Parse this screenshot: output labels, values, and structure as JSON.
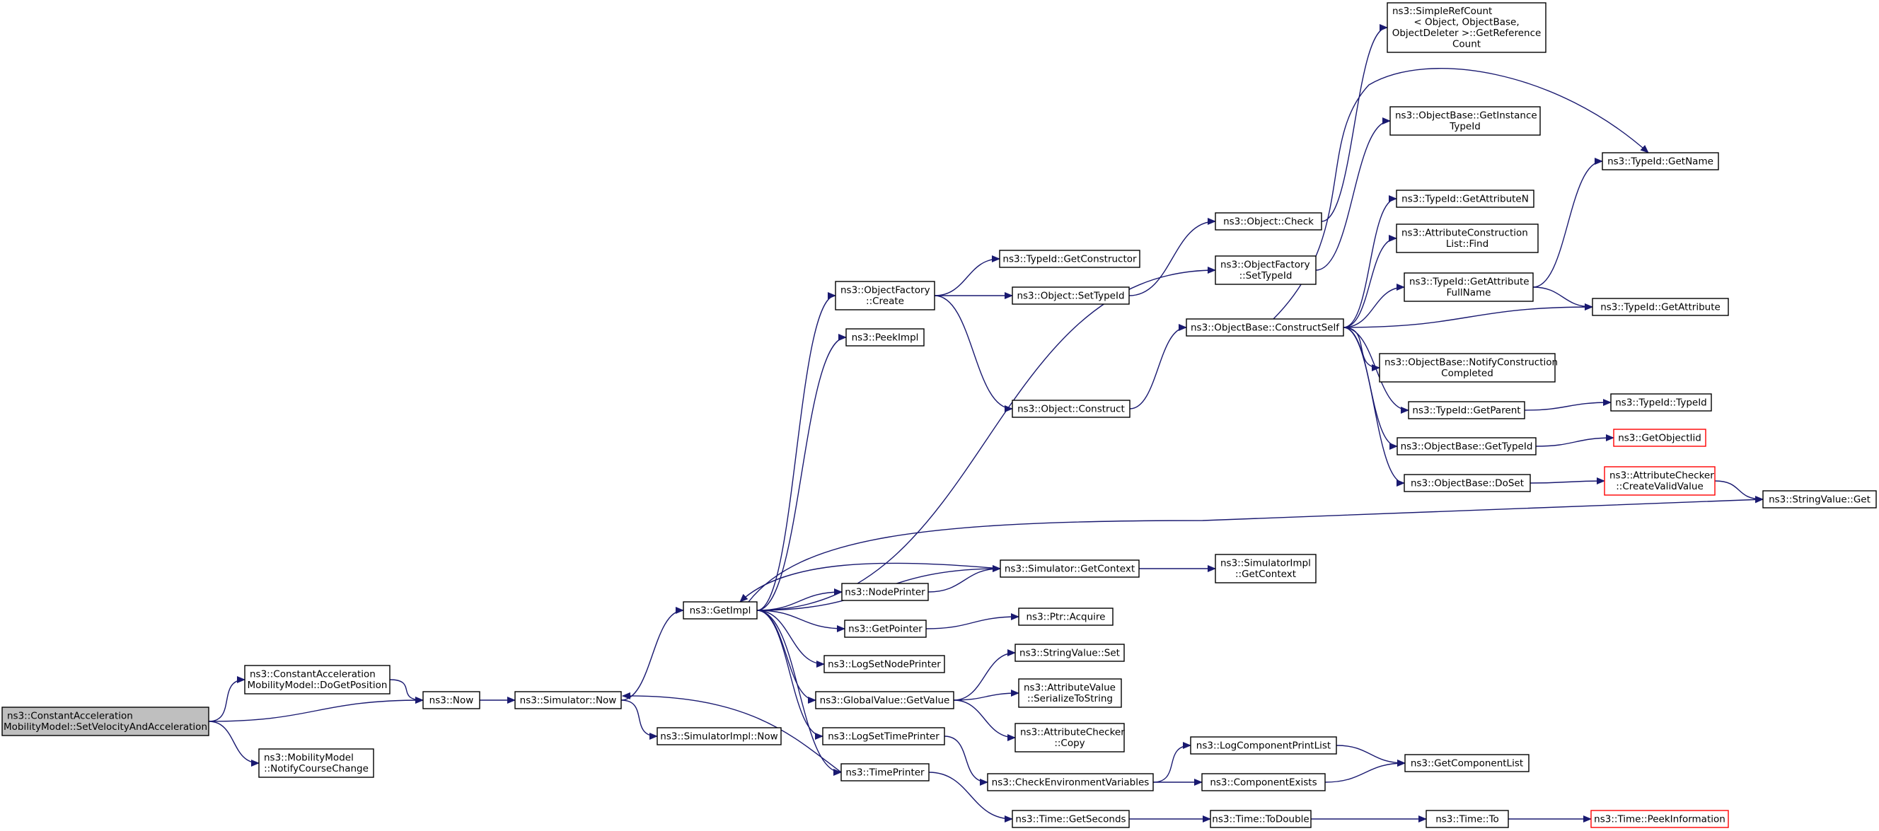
{
  "graph": {
    "edge_color": "#191970",
    "root_fill": "#bfbfbf",
    "truncated_border": "#ff0000",
    "nodes": [
      {
        "id": "root",
        "lines": [
          "ns3::ConstantAcceleration",
          "MobilityModel::SetVelocityAndAcceleration"
        ],
        "root": true
      },
      {
        "id": "doGetPosition",
        "lines": [
          "ns3::ConstantAcceleration",
          "MobilityModel::DoGetPosition"
        ]
      },
      {
        "id": "notifyCourseChange",
        "lines": [
          "ns3::MobilityModel",
          "::NotifyCourseChange"
        ]
      },
      {
        "id": "now",
        "lines": [
          "ns3::Now"
        ]
      },
      {
        "id": "simNow",
        "lines": [
          "ns3::Simulator::Now"
        ]
      },
      {
        "id": "simImplNow",
        "lines": [
          "ns3::SimulatorImpl::Now"
        ]
      },
      {
        "id": "getImpl",
        "lines": [
          "ns3::GetImpl"
        ]
      },
      {
        "id": "ofCreate",
        "lines": [
          "ns3::ObjectFactory",
          "::Create"
        ]
      },
      {
        "id": "peekImpl",
        "lines": [
          "ns3::PeekImpl"
        ]
      },
      {
        "id": "getConstructor",
        "lines": [
          "ns3::TypeId::GetConstructor"
        ]
      },
      {
        "id": "setTypeIdObj",
        "lines": [
          "ns3::Object::SetTypeId"
        ]
      },
      {
        "id": "objConstruct",
        "lines": [
          "ns3::Object::Construct"
        ]
      },
      {
        "id": "objCheck",
        "lines": [
          "ns3::Object::Check"
        ]
      },
      {
        "id": "ofSetTypeId",
        "lines": [
          "ns3::ObjectFactory",
          "::SetTypeId"
        ]
      },
      {
        "id": "constructSelf",
        "lines": [
          "ns3::ObjectBase::ConstructSelf"
        ]
      },
      {
        "id": "simpleRefCount",
        "lines": [
          "ns3::SimpleRefCount",
          "< Object, ObjectBase,",
          "ObjectDeleter >::GetReference",
          "Count"
        ]
      },
      {
        "id": "getInstanceTypeId",
        "lines": [
          "ns3::ObjectBase::GetInstance",
          "TypeId"
        ]
      },
      {
        "id": "getName",
        "lines": [
          "ns3::TypeId::GetName"
        ]
      },
      {
        "id": "getAttributeN",
        "lines": [
          "ns3::TypeId::GetAttributeN"
        ]
      },
      {
        "id": "acListFind",
        "lines": [
          "ns3::AttributeConstruction",
          "List::Find"
        ]
      },
      {
        "id": "getAttrFullName",
        "lines": [
          "ns3::TypeId::GetAttribute",
          "FullName"
        ]
      },
      {
        "id": "getAttribute",
        "lines": [
          "ns3::TypeId::GetAttribute"
        ]
      },
      {
        "id": "notifyConstructionCompleted",
        "lines": [
          "ns3::ObjectBase::NotifyConstruction",
          "Completed"
        ]
      },
      {
        "id": "getParent",
        "lines": [
          "ns3::TypeId::GetParent"
        ]
      },
      {
        "id": "typeIdCtor",
        "lines": [
          "ns3::TypeId::TypeId"
        ]
      },
      {
        "id": "obGetTypeId",
        "lines": [
          "ns3::ObjectBase::GetTypeId"
        ]
      },
      {
        "id": "getObjectIid",
        "lines": [
          "ns3::GetObjectIid"
        ],
        "truncated": true
      },
      {
        "id": "doSet",
        "lines": [
          "ns3::ObjectBase::DoSet"
        ]
      },
      {
        "id": "createValidValue",
        "lines": [
          "ns3::AttributeChecker",
          "::CreateValidValue"
        ],
        "truncated": true
      },
      {
        "id": "stringValueGet",
        "lines": [
          "ns3::StringValue::Get"
        ]
      },
      {
        "id": "simGetContext",
        "lines": [
          "ns3::Simulator::GetContext"
        ]
      },
      {
        "id": "simImplGetContext",
        "lines": [
          "ns3::SimulatorImpl",
          "::GetContext"
        ]
      },
      {
        "id": "nodePrinter",
        "lines": [
          "ns3::NodePrinter"
        ]
      },
      {
        "id": "getPointer",
        "lines": [
          "ns3::GetPointer"
        ]
      },
      {
        "id": "ptrAcquire",
        "lines": [
          "ns3::Ptr::Acquire"
        ]
      },
      {
        "id": "logSetNodePrinter",
        "lines": [
          "ns3::LogSetNodePrinter"
        ]
      },
      {
        "id": "stringValueSet",
        "lines": [
          "ns3::StringValue::Set"
        ]
      },
      {
        "id": "gvGetValue",
        "lines": [
          "ns3::GlobalValue::GetValue"
        ]
      },
      {
        "id": "serializeToString",
        "lines": [
          "ns3::AttributeValue",
          "::SerializeToString"
        ]
      },
      {
        "id": "acCopy",
        "lines": [
          "ns3::AttributeChecker",
          "::Copy"
        ]
      },
      {
        "id": "logSetTimePrinter",
        "lines": [
          "ns3::LogSetTimePrinter"
        ]
      },
      {
        "id": "logComponentPrintList",
        "lines": [
          "ns3::LogComponentPrintList"
        ]
      },
      {
        "id": "getComponentList",
        "lines": [
          "ns3::GetComponentList"
        ]
      },
      {
        "id": "checkEnvVars",
        "lines": [
          "ns3::CheckEnvironmentVariables"
        ]
      },
      {
        "id": "componentExists",
        "lines": [
          "ns3::ComponentExists"
        ]
      },
      {
        "id": "timePrinter",
        "lines": [
          "ns3::TimePrinter"
        ]
      },
      {
        "id": "timeGetSeconds",
        "lines": [
          "ns3::Time::GetSeconds"
        ]
      },
      {
        "id": "timeToDouble",
        "lines": [
          "ns3::Time::ToDouble"
        ]
      },
      {
        "id": "timeTo",
        "lines": [
          "ns3::Time::To"
        ]
      },
      {
        "id": "peekInformation",
        "lines": [
          "ns3::Time::PeekInformation"
        ],
        "truncated": true
      }
    ],
    "edges": [
      [
        "root",
        "doGetPosition"
      ],
      [
        "root",
        "now"
      ],
      [
        "root",
        "notifyCourseChange"
      ],
      [
        "doGetPosition",
        "now"
      ],
      [
        "now",
        "simNow"
      ],
      [
        "simNow",
        "getImpl"
      ],
      [
        "simNow",
        "simImplNow"
      ],
      [
        "getImpl",
        "ofCreate"
      ],
      [
        "getImpl",
        "peekImpl"
      ],
      [
        "getImpl",
        "ofSetTypeId"
      ],
      [
        "getImpl",
        "stringValueGet"
      ],
      [
        "getImpl",
        "simGetContext"
      ],
      [
        "getImpl",
        "nodePrinter"
      ],
      [
        "getImpl",
        "getPointer"
      ],
      [
        "getImpl",
        "logSetNodePrinter"
      ],
      [
        "getImpl",
        "gvGetValue"
      ],
      [
        "getImpl",
        "logSetTimePrinter"
      ],
      [
        "getImpl",
        "timePrinter"
      ],
      [
        "ofCreate",
        "getConstructor"
      ],
      [
        "ofCreate",
        "setTypeIdObj"
      ],
      [
        "ofCreate",
        "objConstruct"
      ],
      [
        "setTypeIdObj",
        "objCheck"
      ],
      [
        "objCheck",
        "simpleRefCount"
      ],
      [
        "objConstruct",
        "constructSelf"
      ],
      [
        "ofSetTypeId",
        "getInstanceTypeId"
      ],
      [
        "constructSelf",
        "getName"
      ],
      [
        "constructSelf",
        "getAttributeN"
      ],
      [
        "constructSelf",
        "acListFind"
      ],
      [
        "constructSelf",
        "getAttrFullName"
      ],
      [
        "constructSelf",
        "getAttribute"
      ],
      [
        "constructSelf",
        "notifyConstructionCompleted"
      ],
      [
        "constructSelf",
        "getParent"
      ],
      [
        "constructSelf",
        "obGetTypeId"
      ],
      [
        "constructSelf",
        "doSet"
      ],
      [
        "getAttrFullName",
        "getName"
      ],
      [
        "getAttrFullName",
        "getAttribute"
      ],
      [
        "getParent",
        "typeIdCtor"
      ],
      [
        "obGetTypeId",
        "getObjectIid"
      ],
      [
        "doSet",
        "createValidValue"
      ],
      [
        "createValidValue",
        "stringValueGet"
      ],
      [
        "simGetContext",
        "getImpl"
      ],
      [
        "simGetContext",
        "simImplGetContext"
      ],
      [
        "nodePrinter",
        "simGetContext"
      ],
      [
        "getPointer",
        "ptrAcquire"
      ],
      [
        "gvGetValue",
        "stringValueSet"
      ],
      [
        "gvGetValue",
        "serializeToString"
      ],
      [
        "gvGetValue",
        "acCopy"
      ],
      [
        "logSetTimePrinter",
        "checkEnvVars"
      ],
      [
        "checkEnvVars",
        "logComponentPrintList"
      ],
      [
        "checkEnvVars",
        "componentExists"
      ],
      [
        "logComponentPrintList",
        "getComponentList"
      ],
      [
        "componentExists",
        "getComponentList"
      ],
      [
        "timePrinter",
        "simNow"
      ],
      [
        "timePrinter",
        "timeGetSeconds"
      ],
      [
        "timeGetSeconds",
        "timeToDouble"
      ],
      [
        "timeToDouble",
        "timeTo"
      ],
      [
        "timeTo",
        "peekInformation"
      ]
    ]
  }
}
